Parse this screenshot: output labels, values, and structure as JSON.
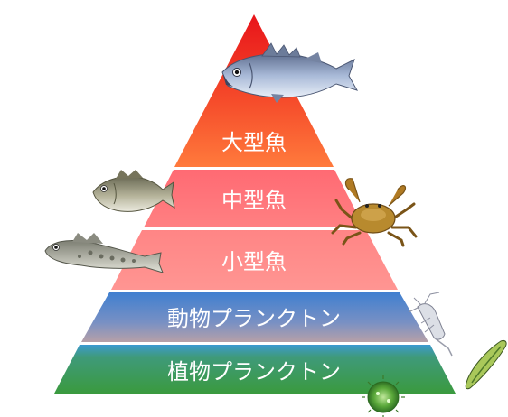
{
  "pyramid": {
    "levels": [
      {
        "label": "大型魚"
      },
      {
        "label": "中型魚"
      },
      {
        "label": "小型魚"
      },
      {
        "label": "動物プランクトン"
      },
      {
        "label": "植物プランクトン"
      }
    ]
  },
  "colors": {
    "apex_red": "#e8141a",
    "large_fish_orange": "#ff7040",
    "mid_fish_pink": "#ff6e76",
    "small_fish_salmon": "#ff8b8b",
    "zooplankton_blue": "#4e86cc",
    "phytoplankton_green": "#3c9a4f",
    "divider": "#ffffff"
  },
  "icons": {
    "large": "sea-bass-icon",
    "medium": "sea-bream-icon",
    "crab": "crab-icon",
    "small": "goby-icon",
    "zoo": "copepod-icon",
    "phyto_a": "diatom-icon",
    "phyto_b": "green-algae-cell-icon"
  }
}
